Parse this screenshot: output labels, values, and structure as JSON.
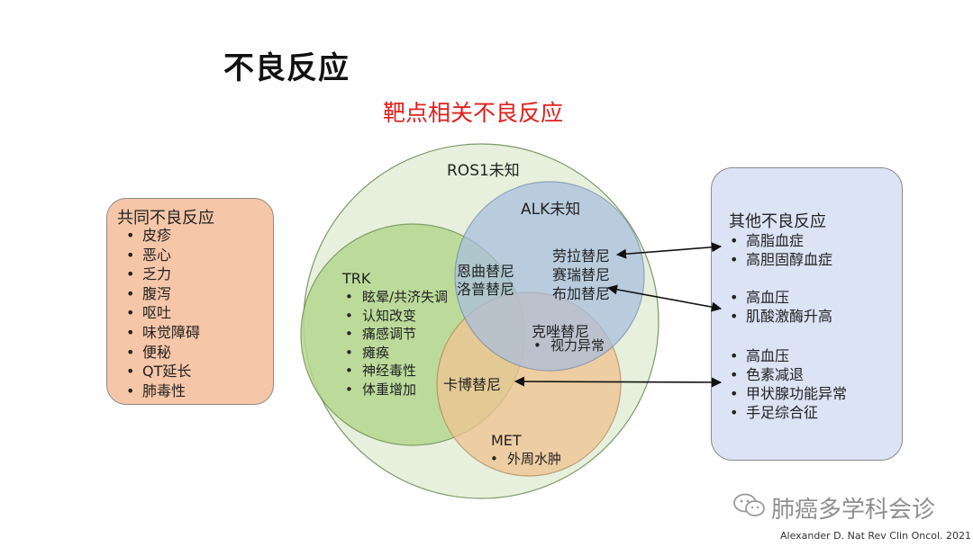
{
  "slide": {
    "title": "不良反应",
    "subtitle": "靶点相关不良反应"
  },
  "common": {
    "title": "共同不良反应",
    "items": [
      "皮疹",
      "恶心",
      "乏力",
      "腹泻",
      "呕吐",
      "味觉障碍",
      "便秘",
      "QT延长",
      "肺毒性"
    ]
  },
  "venn": {
    "ros1": "ROS1未知",
    "alk": "ALK未知",
    "alk_drugs": [
      "劳拉替尼",
      "赛瑞替尼",
      "布加替尼"
    ],
    "trk_title": "TRK",
    "trk_items": [
      "眩晕/共济失调",
      "认知改变",
      "痛感调节",
      "瘫痪",
      "神经毒性",
      "体重增加"
    ],
    "trk_alk_drugs": [
      "恩曲替尼",
      "洛普替尼"
    ],
    "alk_met_drug": "克唑替尼",
    "alk_met_items": [
      "视力异常"
    ],
    "trk_met_drug": "卡博替尼",
    "met_title": "MET",
    "met_items": [
      "外周水肿"
    ]
  },
  "other": {
    "title": "其他不良反应",
    "group1": [
      "高脂血症",
      "高胆固醇血症"
    ],
    "group2": [
      "高血压",
      "肌酸激酶升高"
    ],
    "group3": [
      "高血压",
      "色素减退",
      "甲状腺功能异常",
      "手足综合征"
    ]
  },
  "colors": {
    "ros1_fill": "#e6f0dc",
    "alk_fill": "#a9bfe0",
    "trk_fill": "#b5d890",
    "met_fill": "#efc493",
    "common_box": "#f6c6a8",
    "other_box": "#dce3f5",
    "subtitle": "#e0201c"
  },
  "watermark": "肺癌多学科会诊",
  "citation": "Alexander D. Nat Rev Clin Oncol. 2021"
}
